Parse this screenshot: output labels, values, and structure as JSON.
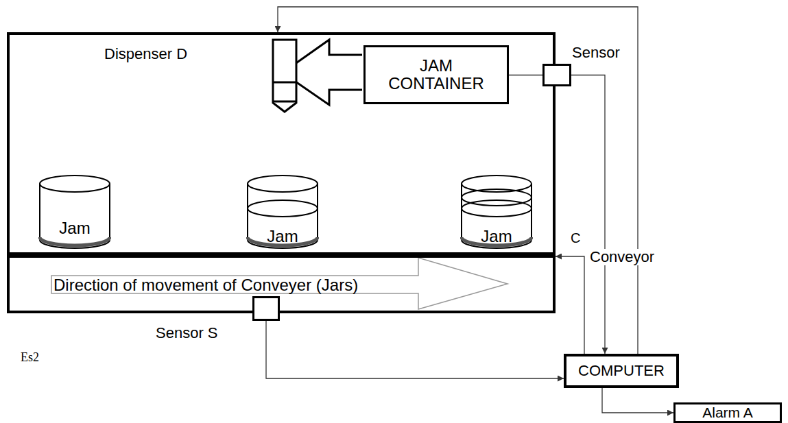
{
  "diagram": {
    "nodes": [
      {
        "text": [
          "Dispenser D"
        ]
      },
      {
        "text": [
          "JAM CONTAINER"
        ],
        "in": 0
      },
      {
        "text": [
          "Jam"
        ],
        "in": 0
      },
      {
        "text": [
          "Jam"
        ],
        "in": 0
      },
      {
        "text": [
          "Jam"
        ],
        "in": 0
      },
      {
        "text": [
          "Direction of movement of Conveyer (Jars)"
        ]
      },
      {
        "text": [
          "Sensor"
        ]
      },
      {
        "text": [
          "Sensor S"
        ]
      },
      {
        "text": [
          "COMPUTER"
        ]
      },
      {
        "text": [
          "Alarm A"
        ]
      }
    ],
    "edges": [
      {
        "from": 1,
        "to": 6,
        "arrow": "none"
      },
      {
        "from": 6,
        "to": 8,
        "arrow": "to"
      },
      {
        "from": 7,
        "to": 8,
        "arrow": "to"
      },
      {
        "from": 8,
        "to": 5,
        "arrow": "to"
      },
      {
        "from": 8,
        "to": 0,
        "arrow": "to"
      },
      {
        "from": 8,
        "to": 9,
        "arrow": "to"
      }
    ],
    "labels": [
      "C",
      "Conveyor",
      "Es2"
    ]
  }
}
